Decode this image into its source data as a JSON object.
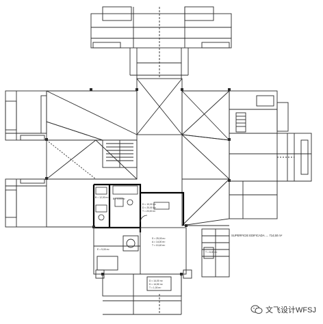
{
  "plan": {
    "area_caption": "SUPERFICIE  EDIFICADA  ....  714,50 m²",
    "room_labels": {
      "kitchen": "B = 12,00 m²",
      "bath": "B = 5,04 m²",
      "bedroom_1": "D = 10,00 m²",
      "bedroom_1_b": "D = 20,00 m²",
      "bedroom_1_c": "T = 20,00 m²",
      "living": "S = 25,00 m²",
      "living_b": "A = 14,00 m²",
      "living_c": "T = 10,40 m²",
      "dining": "E = 9,00 m²",
      "terrace": "T = 8,00 m²",
      "bedroom_2": "D = 14,00 m²",
      "bedroom_2_b": "D = 14,50 m²",
      "bedroom_2_c": "T = 1,00 m²"
    }
  },
  "watermark": {
    "text": "文飞设计WFSJ",
    "icon": "wechat-icon"
  },
  "colors": {
    "line": "#2a2a2a",
    "highlight": "#000000",
    "paper": "#ffffff"
  }
}
